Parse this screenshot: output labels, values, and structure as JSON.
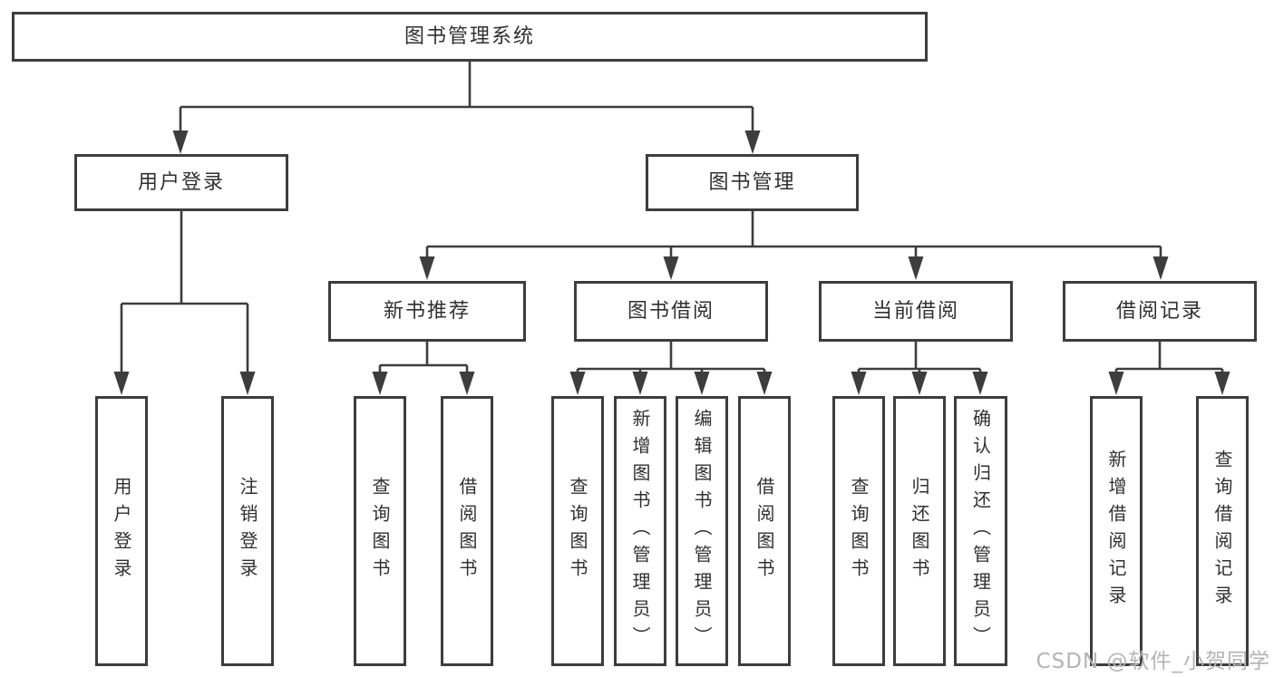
{
  "diagram": {
    "root": {
      "label": "图书管理系统"
    },
    "branches": [
      {
        "label": "用户登录",
        "children": [
          {
            "label": "用户登录"
          },
          {
            "label": "注销登录"
          }
        ]
      },
      {
        "label": "图书管理",
        "children": [
          {
            "label": "新书推荐",
            "children": [
              {
                "label": "查询图书"
              },
              {
                "label": "借阅图书"
              }
            ]
          },
          {
            "label": "图书借阅",
            "children": [
              {
                "label": "查询图书"
              },
              {
                "label": "新增图书（管理员）"
              },
              {
                "label": "编辑图书（管理员）"
              },
              {
                "label": "借阅图书"
              }
            ]
          },
          {
            "label": "当前借阅",
            "children": [
              {
                "label": "查询图书"
              },
              {
                "label": "归还图书"
              },
              {
                "label": "确认归还（管理员）"
              }
            ]
          },
          {
            "label": "借阅记录",
            "children": [
              {
                "label": "新增借阅记录"
              },
              {
                "label": "查询借阅记录"
              }
            ]
          }
        ]
      }
    ]
  },
  "watermark": {
    "text": "CSDN @软件_小贺同学"
  },
  "colors": {
    "line": "#3d3d3d",
    "border": "#3d3d3d",
    "text": "#303030",
    "watermark": "#b4b4b4",
    "bg": "#ffffff"
  }
}
